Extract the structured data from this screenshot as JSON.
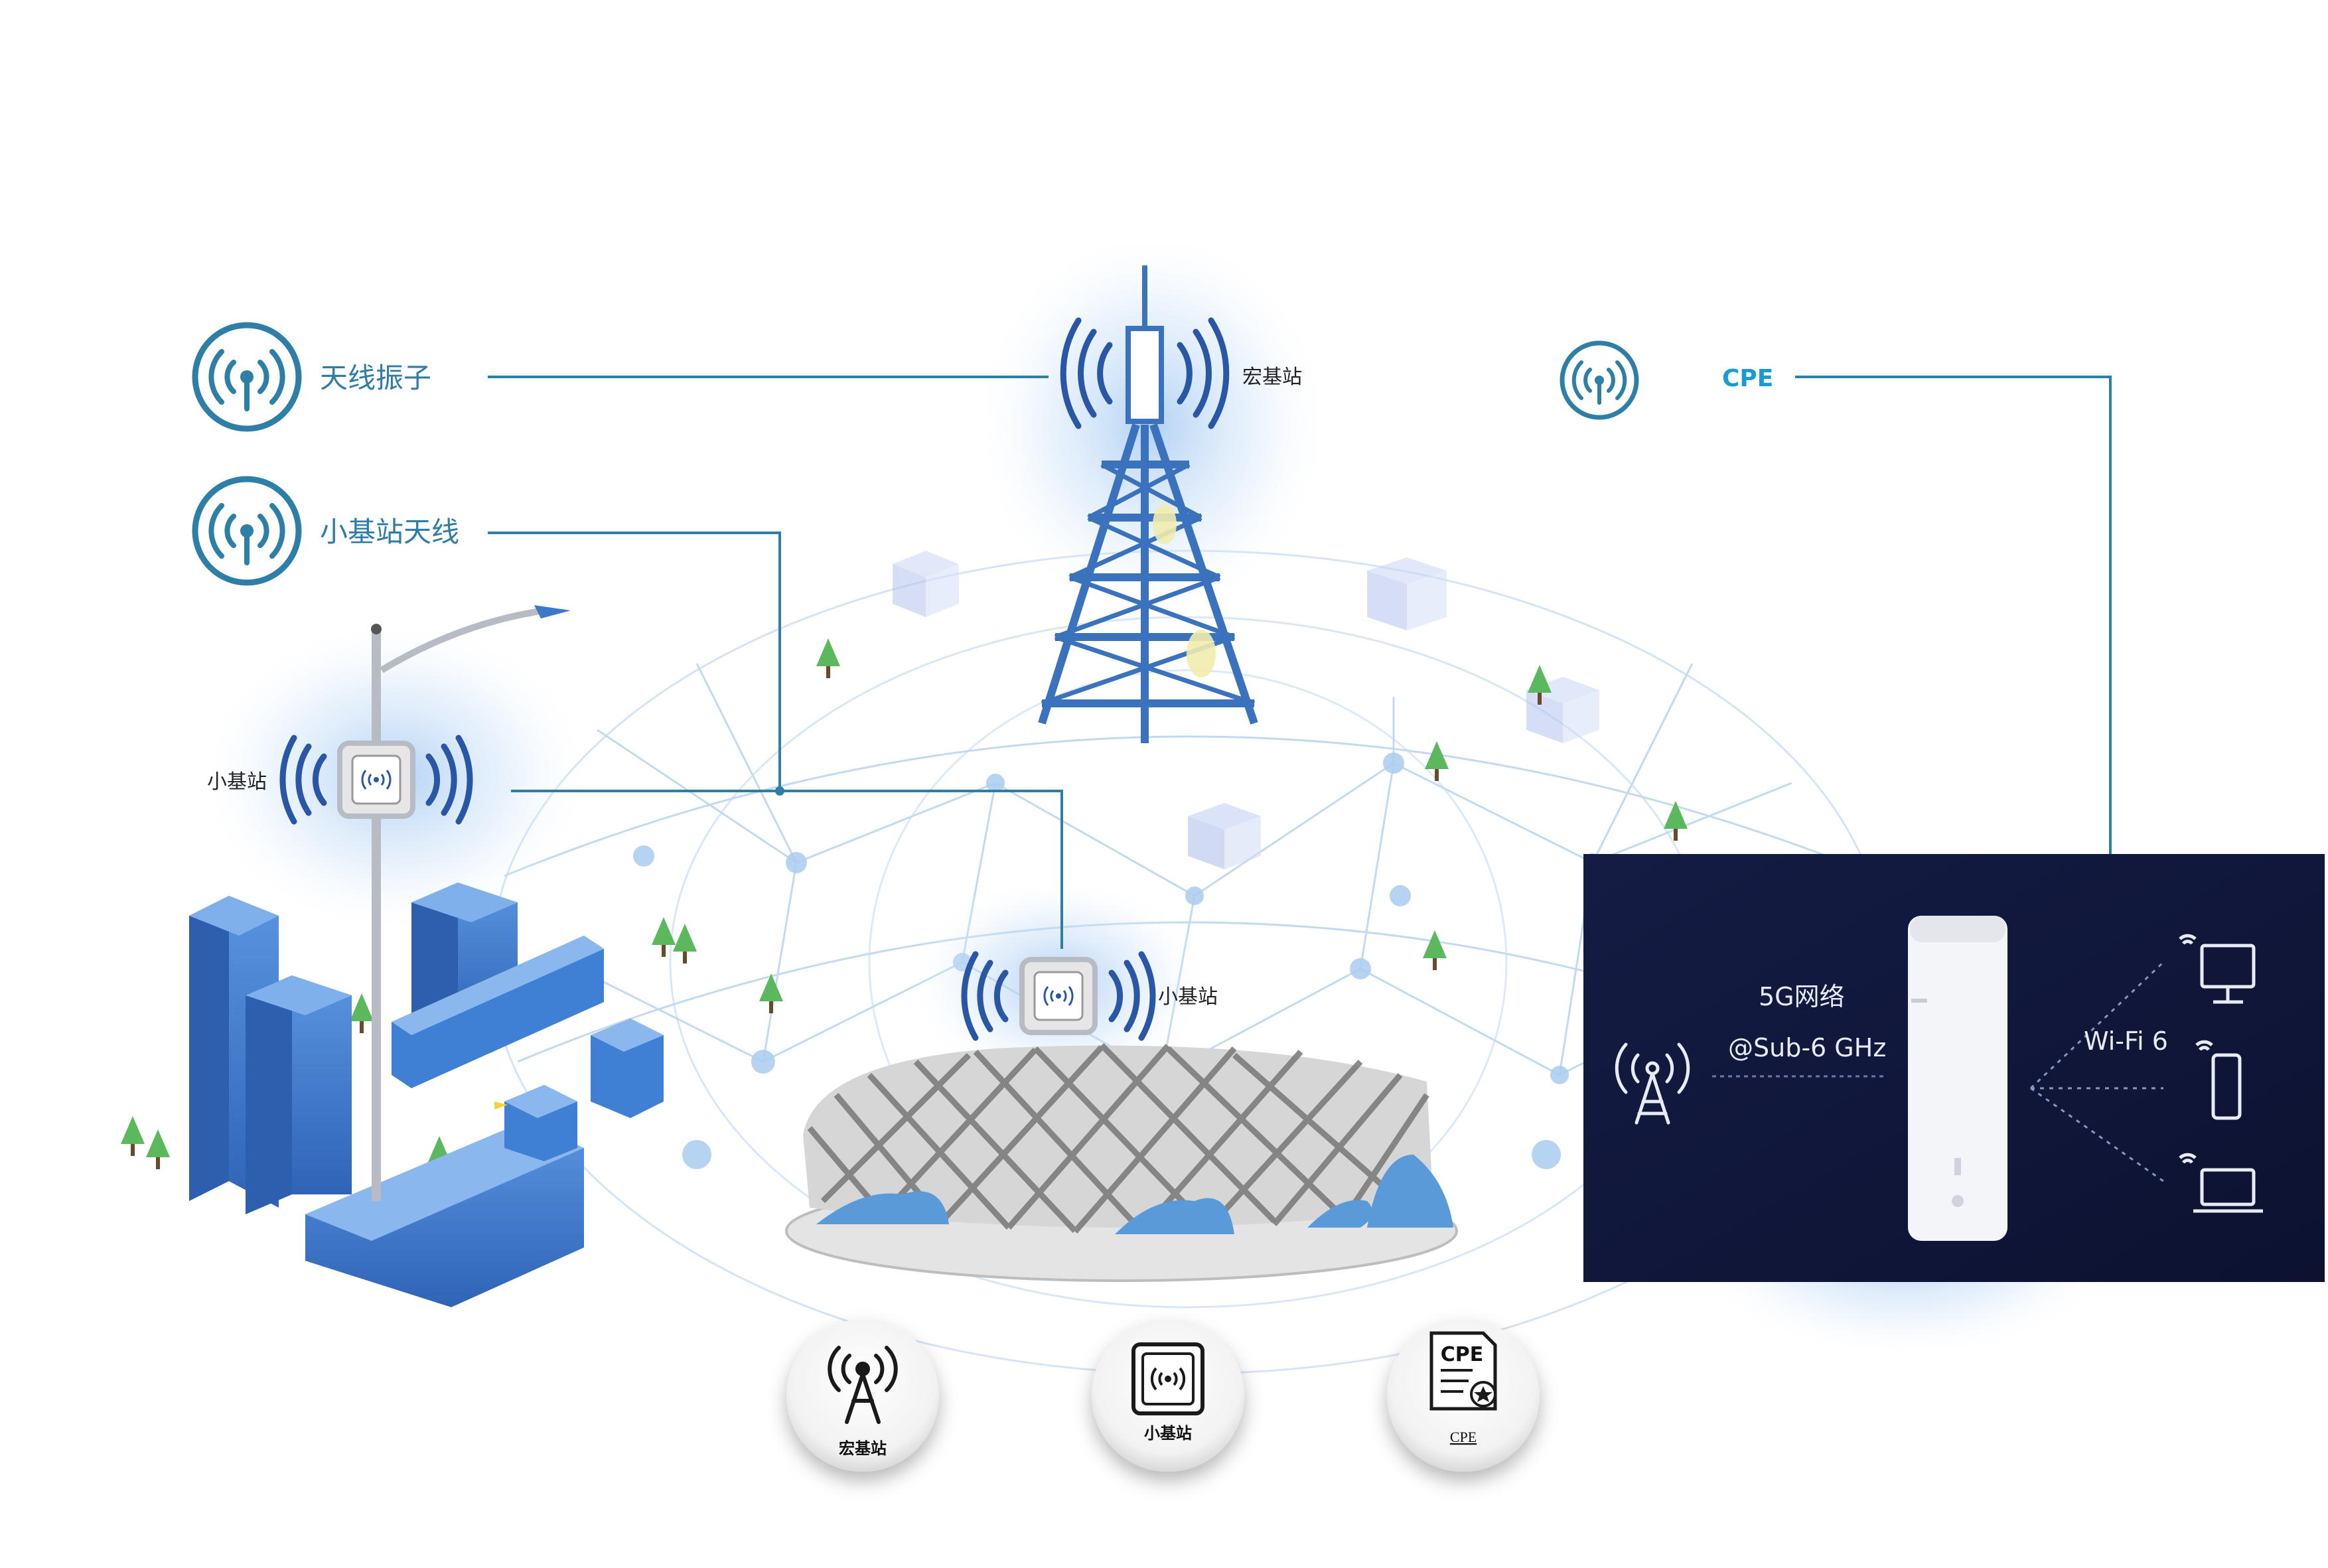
{
  "labels": {
    "antenna_element": "天线振子",
    "small_cell_antenna": "小基站天线",
    "cpe": "CPE",
    "macro_station": "宏基站",
    "small_station_left": "小基站",
    "small_station_center": "小基站"
  },
  "panel": {
    "network_line1": "5G网络",
    "network_line2": "@Sub-6 GHz",
    "wifi": "Wi-Fi 6"
  },
  "bottom_icons": [
    {
      "label": "宏基站"
    },
    {
      "label": "小基站"
    },
    {
      "label": "CPE",
      "badge": "CPE"
    }
  ],
  "colors": {
    "line": "#2e7fa8",
    "label": "#2f7ca6",
    "cpe_label": "#1a9ad6",
    "building": "#3f7fd4",
    "tower": "#3a72bd",
    "panel_bg": "#11183a"
  },
  "icons": {
    "antenna": "radio-antenna-icon",
    "small_cell": "small-cell-icon",
    "cpe": "cpe-certificate-icon"
  }
}
